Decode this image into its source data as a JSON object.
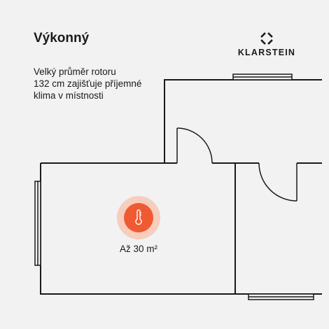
{
  "heading": "Výkonný",
  "description_lines": [
    "Velký průměr rotoru",
    "132 cm zajišťuje příjemné",
    "klima v místnosti"
  ],
  "brand": {
    "name": "KLARSTEIN",
    "icon": "klarstein-logo-icon"
  },
  "area_label": "Až 30 m²",
  "icon": "thermometer-icon",
  "colors": {
    "background": "#f2f2f2",
    "walls": "#1a1a1a",
    "accent": "#f05a32",
    "accent_halo": "#f7cdbd"
  }
}
